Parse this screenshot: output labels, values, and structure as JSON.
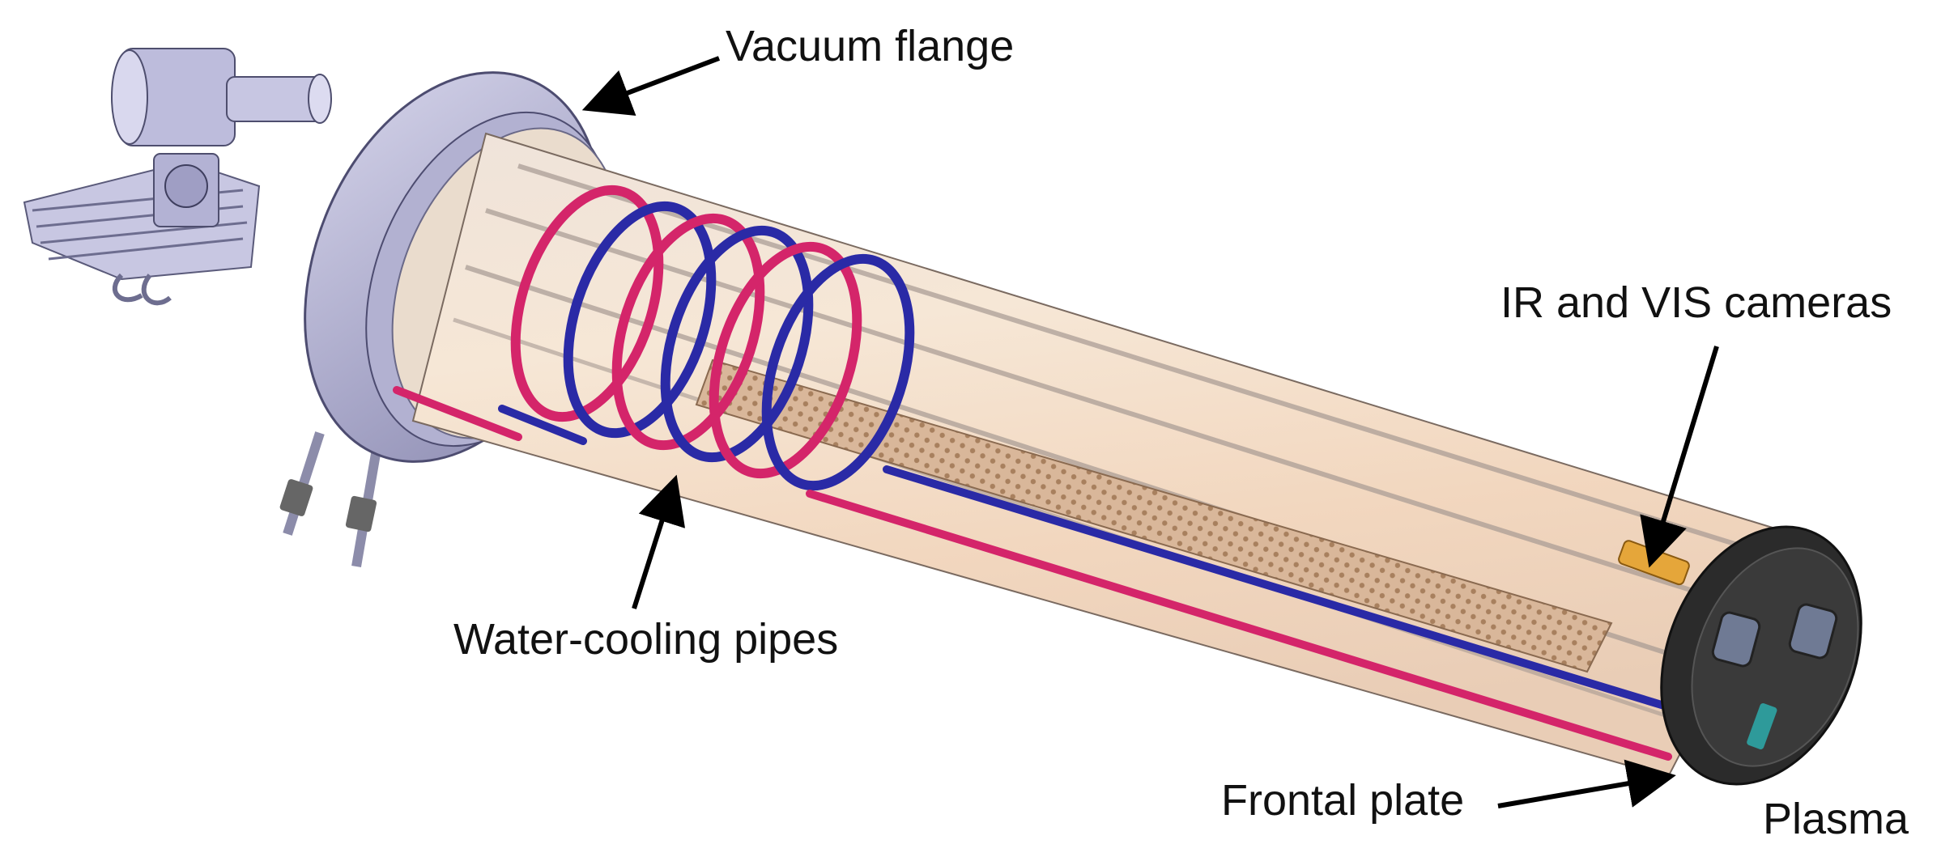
{
  "labels": {
    "vacuum_flange": "Vacuum flange",
    "cameras": "IR and VIS cameras",
    "water_pipes": "Water-cooling pipes",
    "frontal_plate": "Frontal plate",
    "plasma": "Plasma"
  },
  "colors": {
    "tube_body": "#f3dcc6",
    "flange_metal": "#b9b8d6",
    "pipe_red": "#d4256a",
    "pipe_blue": "#2a2aa6",
    "frontal_plate": "#2b2b2b",
    "arrow": "#000000"
  }
}
